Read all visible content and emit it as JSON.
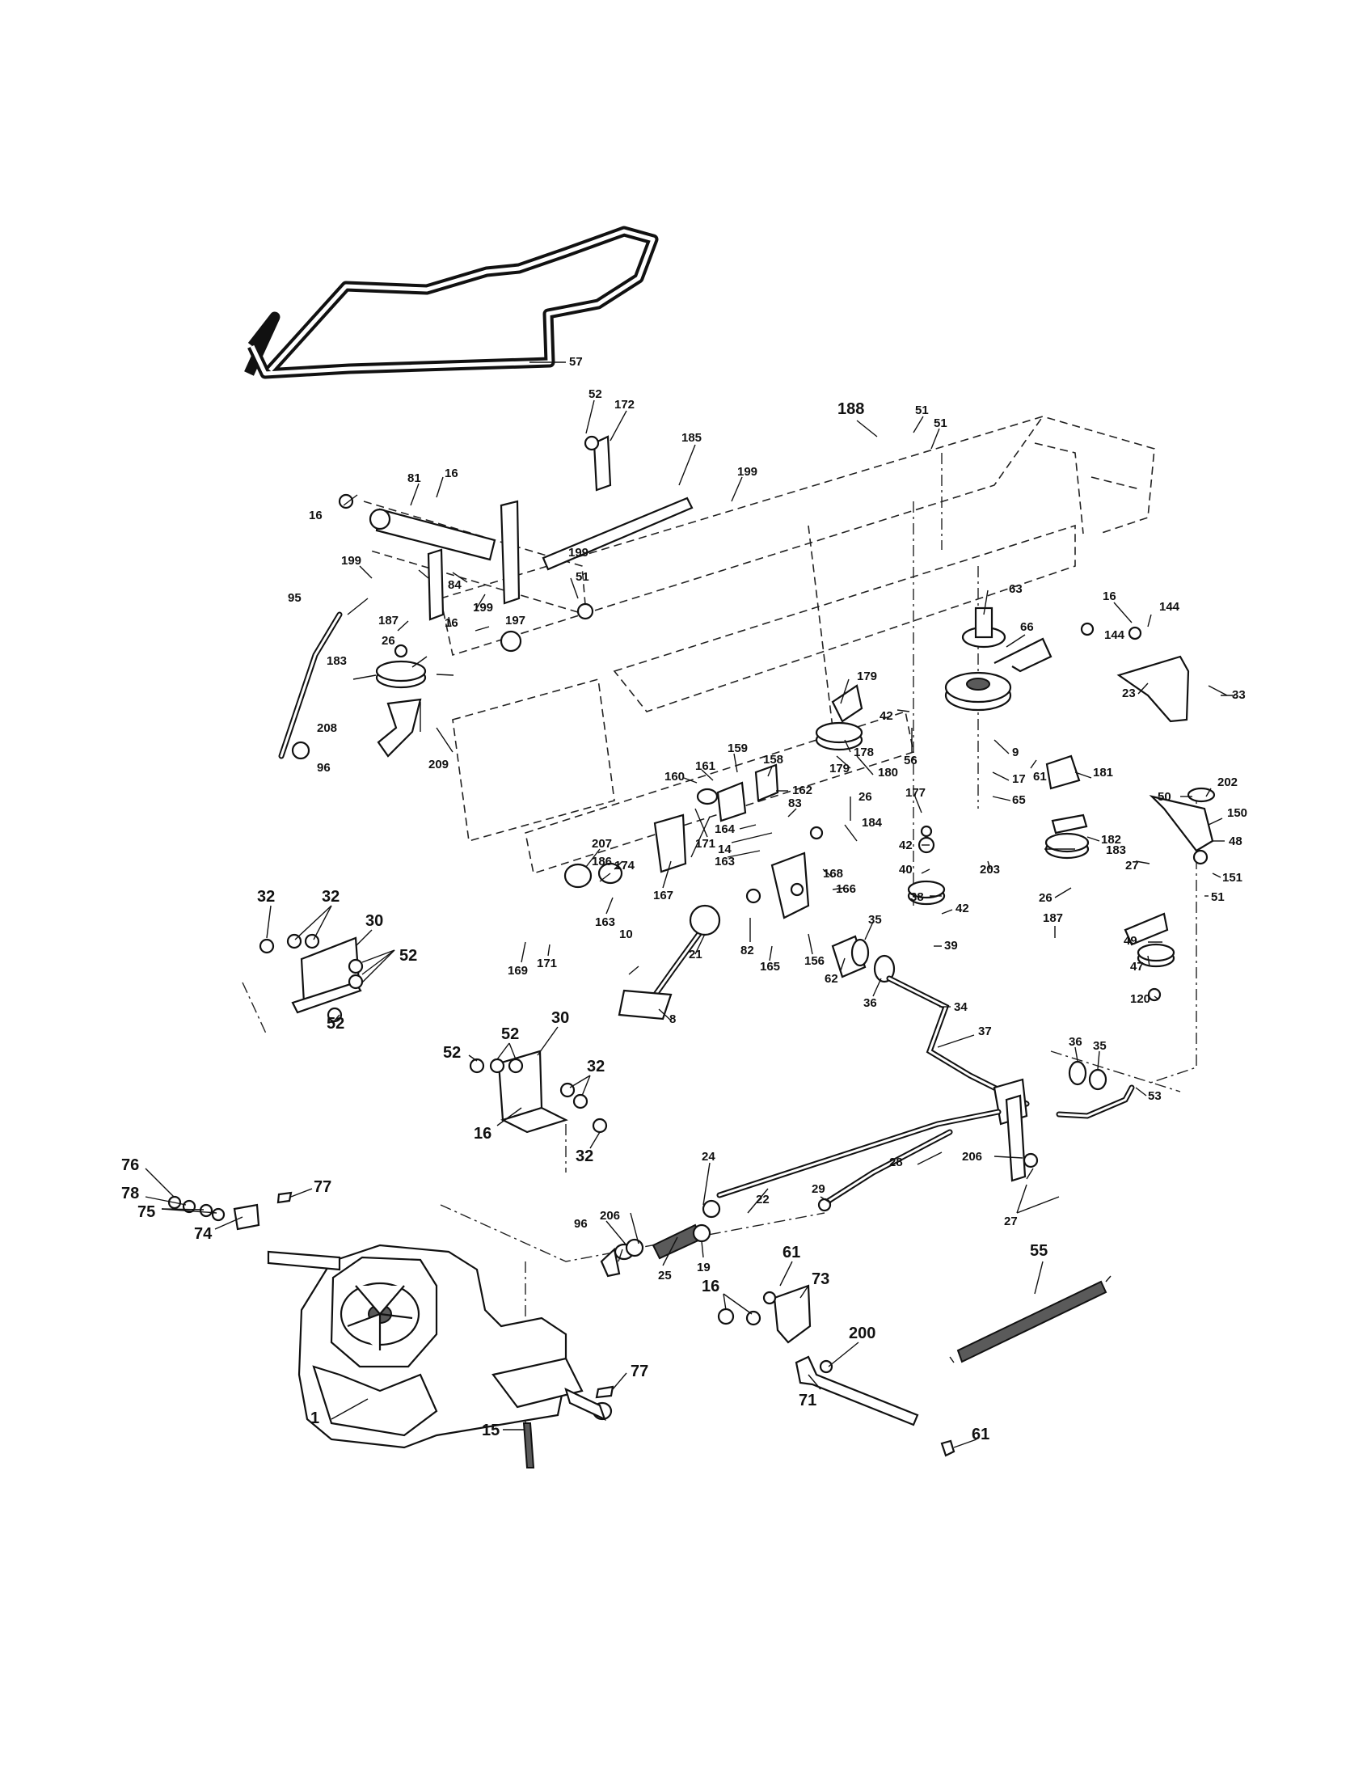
{
  "callouts": [
    {
      "id": "57",
      "text": "57"
    },
    {
      "id": "52-top",
      "text": "52"
    },
    {
      "id": "172",
      "text": "172"
    },
    {
      "id": "185",
      "text": "185"
    },
    {
      "id": "199-a",
      "text": "199"
    },
    {
      "id": "199-b",
      "text": "199"
    },
    {
      "id": "199-c",
      "text": "199"
    },
    {
      "id": "199-d",
      "text": "199"
    },
    {
      "id": "81",
      "text": "81"
    },
    {
      "id": "16-a",
      "text": "16"
    },
    {
      "id": "16-b",
      "text": "16"
    },
    {
      "id": "16-c",
      "text": "16"
    },
    {
      "id": "84",
      "text": "84"
    },
    {
      "id": "51-a",
      "text": "51"
    },
    {
      "id": "197",
      "text": "197"
    },
    {
      "id": "95",
      "text": "95"
    },
    {
      "id": "187-a",
      "text": "187"
    },
    {
      "id": "26-a",
      "text": "26"
    },
    {
      "id": "183-a",
      "text": "183"
    },
    {
      "id": "208",
      "text": "208"
    },
    {
      "id": "209",
      "text": "209"
    },
    {
      "id": "96-a",
      "text": "96"
    },
    {
      "id": "188",
      "text": "188"
    },
    {
      "id": "51-b",
      "text": "51"
    },
    {
      "id": "51-c",
      "text": "51"
    },
    {
      "id": "63",
      "text": "63"
    },
    {
      "id": "66",
      "text": "66"
    },
    {
      "id": "16-d",
      "text": "16"
    },
    {
      "id": "144-a",
      "text": "144"
    },
    {
      "id": "144-b",
      "text": "144"
    },
    {
      "id": "23",
      "text": "23"
    },
    {
      "id": "33",
      "text": "33"
    },
    {
      "id": "179-a",
      "text": "179"
    },
    {
      "id": "178",
      "text": "178"
    },
    {
      "id": "42-a",
      "text": "42"
    },
    {
      "id": "56",
      "text": "56"
    },
    {
      "id": "179-b",
      "text": "179"
    },
    {
      "id": "180",
      "text": "180"
    },
    {
      "id": "26-b",
      "text": "26"
    },
    {
      "id": "184",
      "text": "184"
    },
    {
      "id": "177",
      "text": "177"
    },
    {
      "id": "9",
      "text": "9"
    },
    {
      "id": "17",
      "text": "17"
    },
    {
      "id": "65",
      "text": "65"
    },
    {
      "id": "61-a",
      "text": "61"
    },
    {
      "id": "181",
      "text": "181"
    },
    {
      "id": "202",
      "text": "202"
    },
    {
      "id": "50",
      "text": "50"
    },
    {
      "id": "150",
      "text": "150"
    },
    {
      "id": "48",
      "text": "48"
    },
    {
      "id": "182",
      "text": "182"
    },
    {
      "id": "42-b",
      "text": "42"
    },
    {
      "id": "40",
      "text": "40"
    },
    {
      "id": "203",
      "text": "203"
    },
    {
      "id": "183-b",
      "text": "183"
    },
    {
      "id": "27-a",
      "text": "27"
    },
    {
      "id": "151",
      "text": "151"
    },
    {
      "id": "51-d",
      "text": "51"
    },
    {
      "id": "38",
      "text": "38"
    },
    {
      "id": "42-c",
      "text": "42"
    },
    {
      "id": "26-c",
      "text": "26"
    },
    {
      "id": "187-b",
      "text": "187"
    },
    {
      "id": "39",
      "text": "39"
    },
    {
      "id": "49",
      "text": "49"
    },
    {
      "id": "47",
      "text": "47"
    },
    {
      "id": "120",
      "text": "120"
    },
    {
      "id": "161",
      "text": "161"
    },
    {
      "id": "159",
      "text": "159"
    },
    {
      "id": "158",
      "text": "158"
    },
    {
      "id": "160",
      "text": "160"
    },
    {
      "id": "162",
      "text": "162"
    },
    {
      "id": "164",
      "text": "164"
    },
    {
      "id": "14",
      "text": "14"
    },
    {
      "id": "83",
      "text": "83"
    },
    {
      "id": "163-a",
      "text": "163"
    },
    {
      "id": "168",
      "text": "168"
    },
    {
      "id": "166",
      "text": "166"
    },
    {
      "id": "207",
      "text": "207"
    },
    {
      "id": "186",
      "text": "186"
    },
    {
      "id": "174",
      "text": "174"
    },
    {
      "id": "171-a",
      "text": "171"
    },
    {
      "id": "167",
      "text": "167"
    },
    {
      "id": "163-b",
      "text": "163"
    },
    {
      "id": "169",
      "text": "169"
    },
    {
      "id": "171-b",
      "text": "171"
    },
    {
      "id": "82",
      "text": "82"
    },
    {
      "id": "165",
      "text": "165"
    },
    {
      "id": "156",
      "text": "156"
    },
    {
      "id": "10",
      "text": "10"
    },
    {
      "id": "21",
      "text": "21"
    },
    {
      "id": "8",
      "text": "8"
    },
    {
      "id": "35-a",
      "text": "35"
    },
    {
      "id": "62",
      "text": "62"
    },
    {
      "id": "36-a",
      "text": "36"
    },
    {
      "id": "34",
      "text": "34"
    },
    {
      "id": "37",
      "text": "37"
    },
    {
      "id": "36-b",
      "text": "36"
    },
    {
      "id": "35-b",
      "text": "35"
    },
    {
      "id": "53",
      "text": "53"
    },
    {
      "id": "28",
      "text": "28"
    },
    {
      "id": "206-a",
      "text": "206"
    },
    {
      "id": "27-b",
      "text": "27"
    },
    {
      "id": "32-a",
      "text": "32"
    },
    {
      "id": "32-b",
      "text": "32"
    },
    {
      "id": "30-a",
      "text": "30"
    },
    {
      "id": "52-a",
      "text": "52"
    },
    {
      "id": "52-b",
      "text": "52"
    },
    {
      "id": "52-c",
      "text": "52"
    },
    {
      "id": "52-d",
      "text": "52"
    },
    {
      "id": "30-b",
      "text": "30"
    },
    {
      "id": "32-c",
      "text": "32"
    },
    {
      "id": "16-e",
      "text": "16"
    },
    {
      "id": "32-d",
      "text": "32"
    },
    {
      "id": "76",
      "text": "76"
    },
    {
      "id": "78",
      "text": "78"
    },
    {
      "id": "75",
      "text": "75"
    },
    {
      "id": "74",
      "text": "74"
    },
    {
      "id": "77-a",
      "text": "77"
    },
    {
      "id": "77-b",
      "text": "77"
    },
    {
      "id": "1",
      "text": "1"
    },
    {
      "id": "15",
      "text": "15"
    },
    {
      "id": "24",
      "text": "24"
    },
    {
      "id": "22",
      "text": "22"
    },
    {
      "id": "29",
      "text": "29"
    },
    {
      "id": "206-b",
      "text": "206"
    },
    {
      "id": "96-b",
      "text": "96"
    },
    {
      "id": "25",
      "text": "25"
    },
    {
      "id": "19",
      "text": "19"
    },
    {
      "id": "61-b",
      "text": "61"
    },
    {
      "id": "73",
      "text": "73"
    },
    {
      "id": "16-f",
      "text": "16"
    },
    {
      "id": "200",
      "text": "200"
    },
    {
      "id": "71",
      "text": "71"
    },
    {
      "id": "61-c",
      "text": "61"
    },
    {
      "id": "55",
      "text": "55"
    }
  ]
}
